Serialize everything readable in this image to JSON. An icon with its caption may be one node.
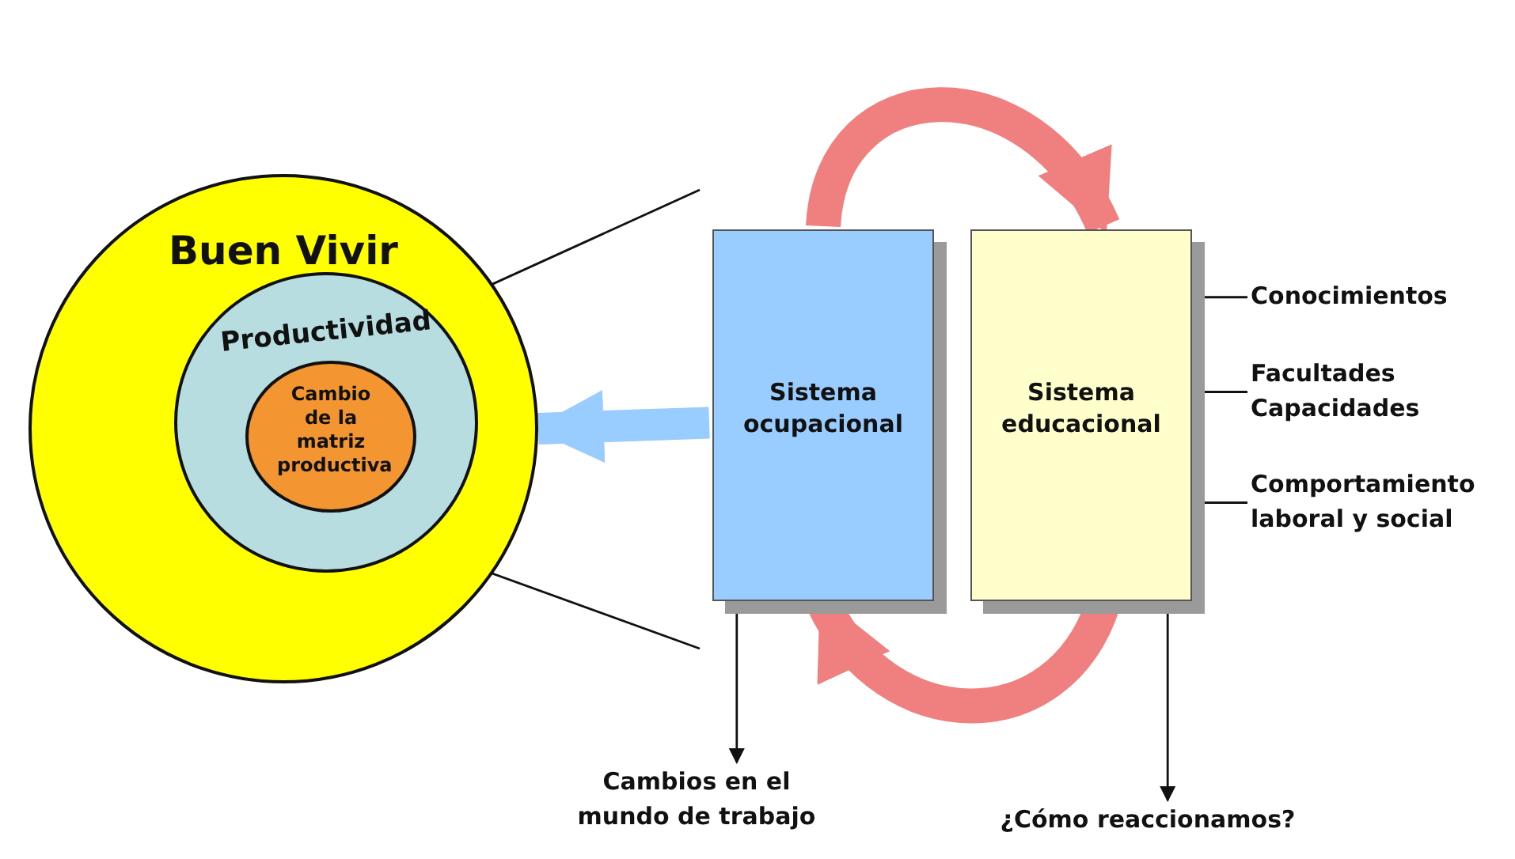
{
  "diagram": {
    "nodes": [
      {
        "text": [
          "Buen Vivir"
        ]
      },
      {
        "text": [
          "Productividad"
        ],
        "in": 0
      },
      {
        "text": [
          "Cambio de la matriz productiva"
        ],
        "in": 1
      },
      {
        "text": [
          "Sistema ocupacional"
        ]
      },
      {
        "text": [
          "Sistema educacional"
        ]
      },
      {
        "text": [
          "Conocimientos"
        ]
      },
      {
        "text": [
          "Facultades Capacidades"
        ]
      },
      {
        "text": [
          "Comportamiento laboral y social"
        ]
      },
      {
        "text": [
          "Cambios en el mundo de trabajo"
        ]
      },
      {
        "text": [
          "¿Cómo reaccionamos?"
        ]
      }
    ],
    "edges": [
      {
        "from": 3,
        "to": 0,
        "arrow": "to",
        "style": "thick",
        "color": "#99ccff"
      },
      {
        "from": 3,
        "to": 4,
        "arrow": "to",
        "style": "thick",
        "color": "#f08080"
      },
      {
        "from": 4,
        "to": 3,
        "arrow": "to",
        "style": "thick",
        "color": "#f08080"
      },
      {
        "from": 3,
        "to": 8,
        "arrow": "to"
      },
      {
        "from": 4,
        "to": 9,
        "arrow": "to"
      },
      {
        "from": 5,
        "to": 4,
        "arrow": "none"
      },
      {
        "from": 6,
        "to": 4,
        "arrow": "none"
      },
      {
        "from": 7,
        "to": 4,
        "arrow": "none"
      },
      {
        "from": 2,
        "to": null,
        "arrow": "none"
      },
      {
        "from": 2,
        "to": null,
        "arrow": "none"
      }
    ]
  }
}
